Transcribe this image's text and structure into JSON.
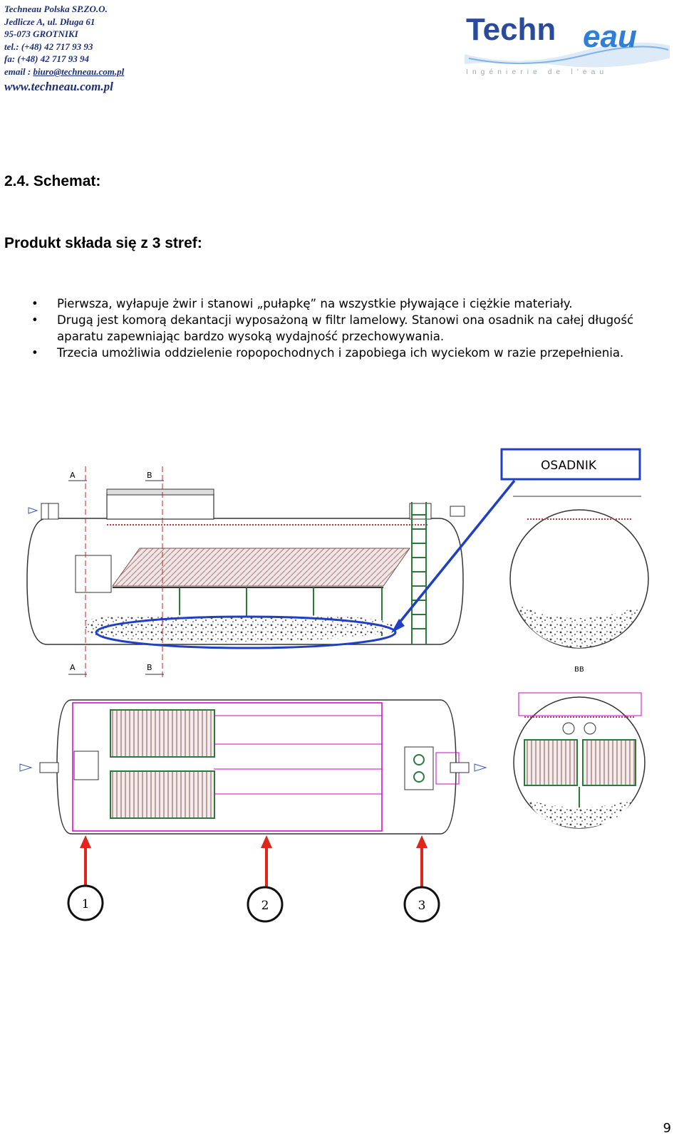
{
  "header": {
    "company": "Techneau Polska SP.ZO.O.",
    "address1": "Jedlicze A, ul. Długa 61",
    "address2": "95-073 GROTNIKI",
    "tel": "tel.: (+48) 42 717 93 93",
    "fax": "fa: (+48) 42 717 93 94",
    "email_prefix": "email : ",
    "email": "biuro@techneau.com.pl",
    "website": "www.techneau.com.pl"
  },
  "logo": {
    "name_part1": "Techn",
    "name_part2": "eau",
    "tagline": "Ingénierie de l'eau",
    "brand_dark": "#2a4a9a",
    "brand_light": "#2f7fd8"
  },
  "section_title": "2.4. Schemat:",
  "subtitle": "Produkt składa się z 3 stref:",
  "bullets": [
    {
      "text": "Pierwsza, wyłapuje żwir i stanowi „pułapkę” na wszystkie pływające i ciężkie materiały."
    },
    {
      "text": "Drugą jest komorą dekantacji wyposażoną w filtr lamelowy. Stanowi ona osadnik na całej długość aparatu zapewniając bardzo wysoką wydajność przechowywania."
    },
    {
      "text": "Trzecia umożliwia oddzielenie ropopochodnych i zapobiega ich wyciekom w razie przepełnienia."
    }
  ],
  "bullet_symbol": "•",
  "diagram": {
    "callout_label": "OSADNIK",
    "section_marks": [
      "A",
      "B",
      "A",
      "B"
    ],
    "section_label": "BB",
    "zone_numbers": [
      "1",
      "2",
      "3"
    ]
  },
  "page_number": "9"
}
